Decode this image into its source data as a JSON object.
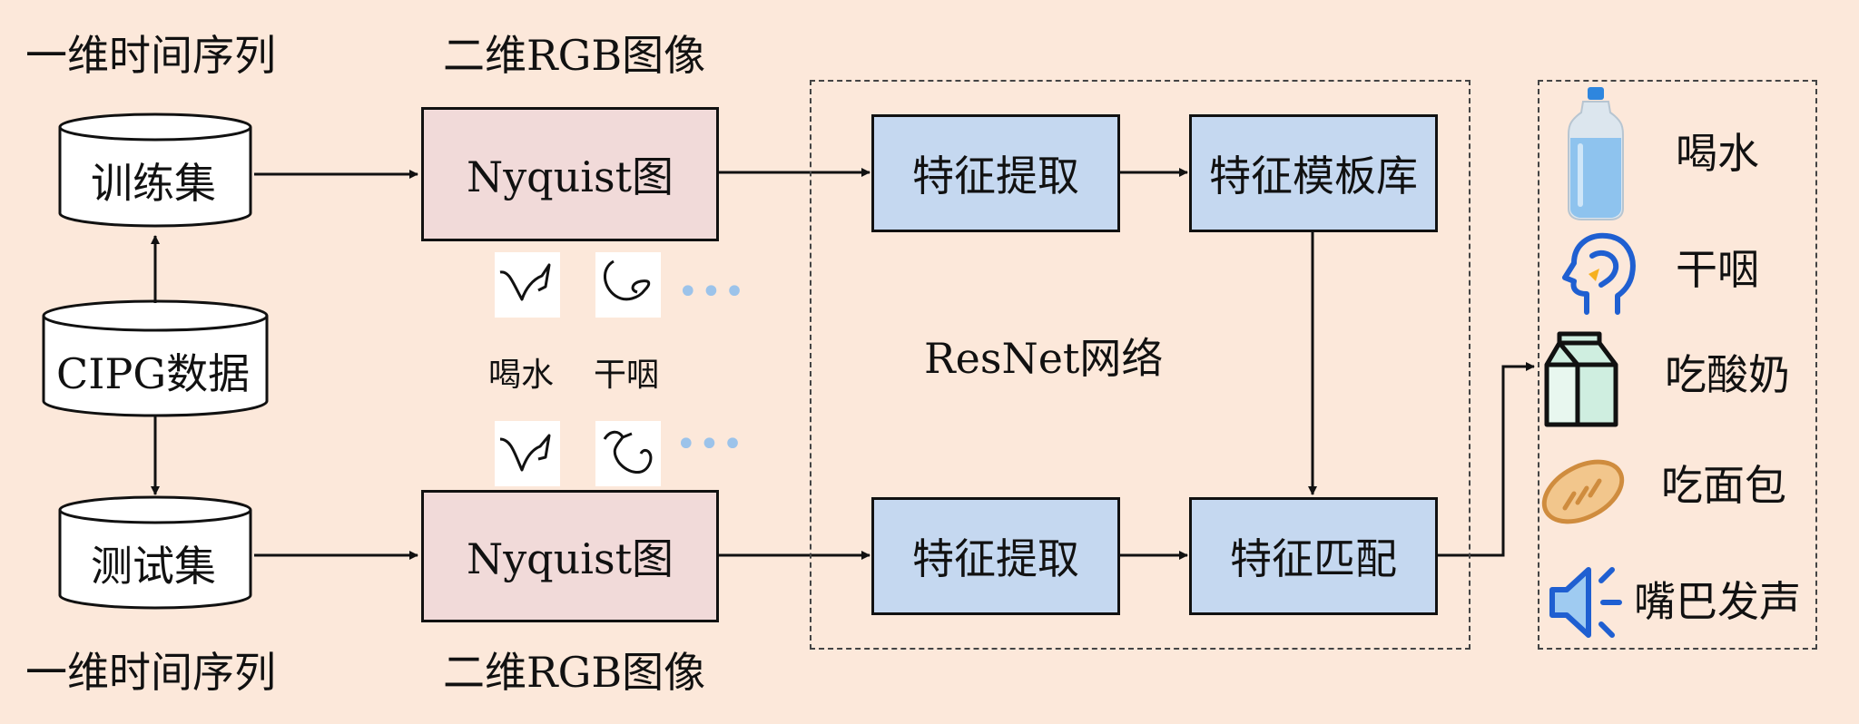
{
  "inputs": {
    "top_caption": "一维时间序列",
    "bottom_caption": "一维时间序列",
    "train": "训练集",
    "data": "CIPG数据",
    "test": "测试集"
  },
  "rgb": {
    "top_caption": "二维RGB图像",
    "bottom_caption": "二维RGB图像",
    "nyquist_top": "Nyquist图",
    "nyquist_bottom": "Nyquist图",
    "sample_drink": "喝水",
    "sample_swallow": "干咽",
    "more": "•••"
  },
  "network": {
    "label": "ResNet网络",
    "extract_top": "特征提取",
    "template_lib": "特征模板库",
    "extract_bottom": "特征提取",
    "match": "特征匹配"
  },
  "actions": [
    {
      "label": "喝水",
      "icon": "water-bottle-icon"
    },
    {
      "label": "干咽",
      "icon": "head-swallow-icon"
    },
    {
      "label": "吃酸奶",
      "icon": "milk-carton-icon"
    },
    {
      "label": "吃面包",
      "icon": "bread-icon"
    },
    {
      "label": "嘴巴发声",
      "icon": "speaker-icon"
    }
  ],
  "colors": {
    "background": "#fce8da",
    "nyquist_fill": "#f1dad9",
    "feature_fill": "#c5d8f0",
    "icon_blue": "#1f5fd1"
  }
}
